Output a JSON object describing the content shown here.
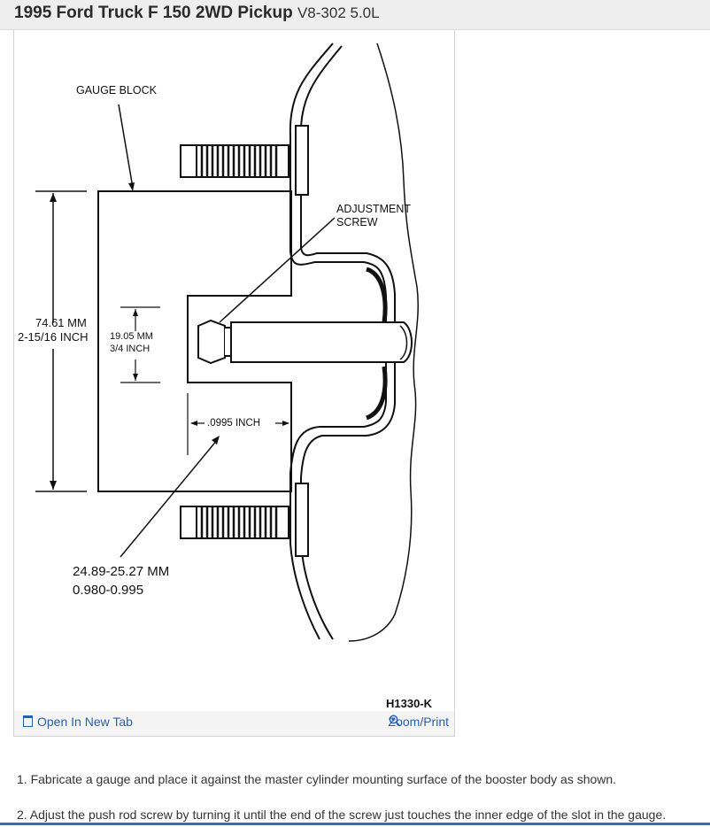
{
  "header": {
    "vehicle": "1995 Ford Truck F 150 2WD Pickup",
    "engine": "V8-302 5.0L"
  },
  "figure": {
    "labels": {
      "gauge_block": "GAUGE BLOCK",
      "adjustment_screw_1": "ADJUSTMENT",
      "adjustment_screw_2": "SCREW",
      "height_mm": "74.61 MM",
      "height_in": "2-15/16 INCH",
      "slot_mm": "19.05 MM",
      "slot_in": "3/4 INCH",
      "gap": ".0995 INCH",
      "depth_mm": "24.89-25.27 MM",
      "depth_in": "0.980-0.995",
      "figure_code": "H1330-K"
    },
    "open_tab_label": "Open In New Tab",
    "zoom_label": "Zoom/Print"
  },
  "steps": [
    "1. Fabricate a gauge and place it against the master cylinder mounting surface of the booster body as shown.",
    "2. Adjust the push rod screw by turning it until the end of the screw just touches the inner edge of the slot in the gauge."
  ],
  "colors": {
    "link": "#2b5fb0",
    "accent_bar": "#2f6fbf"
  }
}
